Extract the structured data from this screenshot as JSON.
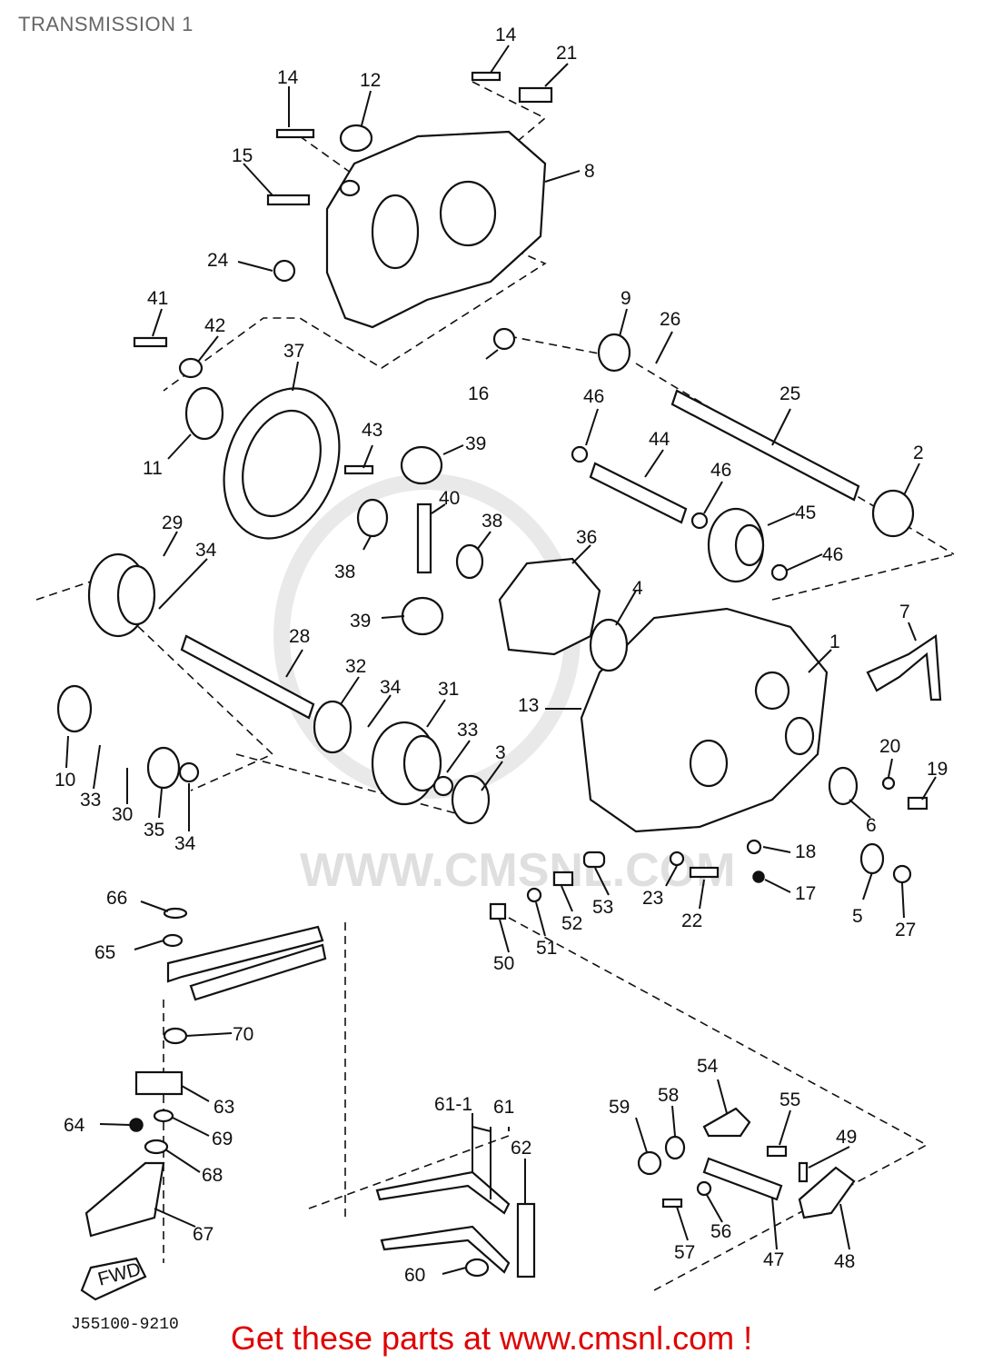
{
  "title": "TRANSMISSION 1",
  "drawing_code": "J55100-9210",
  "watermark": "WWW.CMSNL.COM",
  "call_to_action": "Get these parts at www.cmsnl.com !",
  "fwd_label": "FWD",
  "colors": {
    "cta": "#e00000",
    "title": "#666666",
    "ink": "#111111",
    "watermark": "#d8d8d8"
  },
  "part_numbers": [
    "14",
    "21",
    "14",
    "12",
    "8",
    "15",
    "24",
    "41",
    "42",
    "37",
    "9",
    "26",
    "16",
    "25",
    "46",
    "44",
    "46",
    "2",
    "43",
    "39",
    "40",
    "11",
    "45",
    "46",
    "38",
    "38",
    "29",
    "34",
    "36",
    "39",
    "4",
    "7",
    "1",
    "28",
    "32",
    "34",
    "31",
    "13",
    "33",
    "3",
    "20",
    "19",
    "10",
    "33",
    "30",
    "35",
    "34",
    "6",
    "18",
    "17",
    "66",
    "23",
    "22",
    "53",
    "52",
    "5",
    "27",
    "50",
    "51",
    "65",
    "70",
    "63",
    "64",
    "69",
    "68",
    "54",
    "61-1",
    "61",
    "58",
    "59",
    "62",
    "55",
    "49",
    "56",
    "57",
    "47",
    "48",
    "67",
    "60"
  ]
}
